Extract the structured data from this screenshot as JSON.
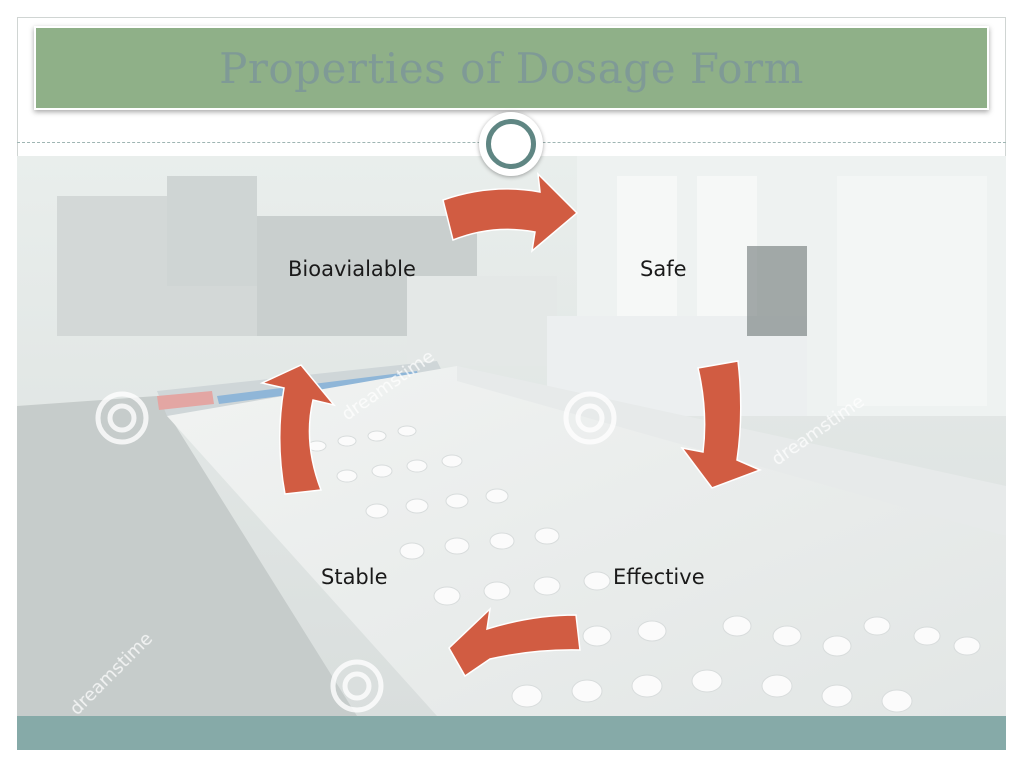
{
  "slide": {
    "title": "Properties of Dosage Form"
  },
  "cycle": {
    "nodes": [
      {
        "label": "Safe"
      },
      {
        "label": "Effective"
      },
      {
        "label": "Stable"
      },
      {
        "label": "Bioavialable"
      }
    ],
    "arrow_color": "#d15c42"
  },
  "watermark": {
    "text": "dreamstime"
  },
  "colors": {
    "title_band": "#8fb088",
    "title_text": "#7f9a96",
    "footer_band": "#86aaa8",
    "ring": "#5f8683"
  }
}
